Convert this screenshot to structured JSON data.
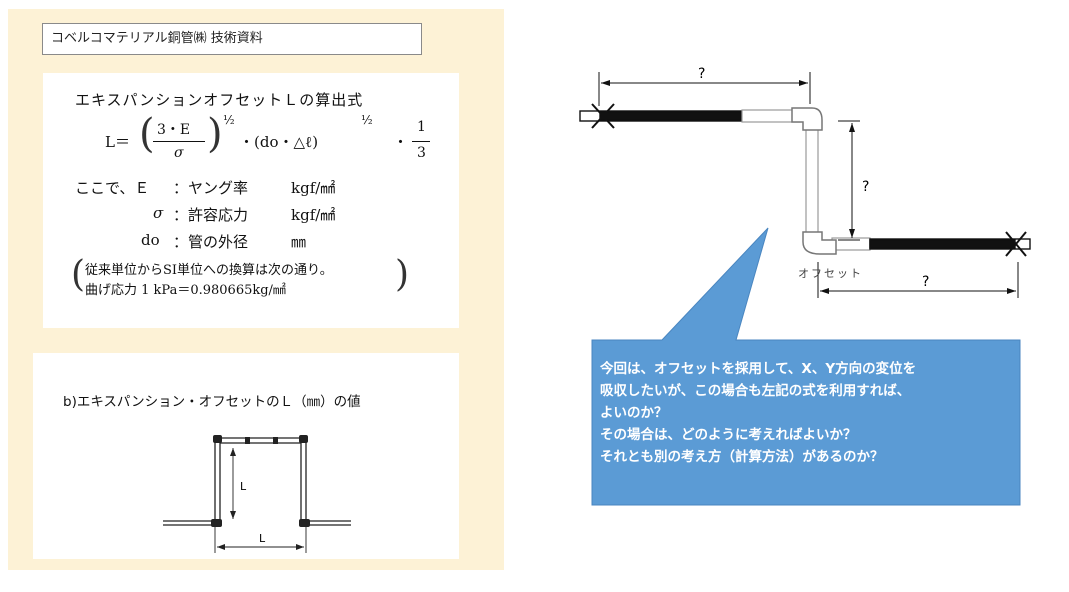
{
  "header": {
    "title": "コベルコマテリアル銅管㈱  技術資料"
  },
  "formula": {
    "heading": "エキスパンションオフセットＬの算出式",
    "lhs": "L＝",
    "num": "3・E",
    "den": "σ",
    "exp": "½",
    "mid": "・(do・△ℓ)",
    "exp2": "½",
    "dot": "・",
    "frac_num": "1",
    "frac_den": "3",
    "where": "ここで、Ｅ",
    "e_desc": "：ヤング率",
    "e_unit": "kgf/㎟",
    "sigma_sym": "σ",
    "sigma_desc": "：許容応力",
    "sigma_unit": "kgf/㎟",
    "do_sym": "do",
    "do_desc": "：管の外径",
    "do_unit": "㎜",
    "note_line1": "従来単位からSI単位への換算は次の通り。",
    "note_line2": "曲げ応力 1 kPa＝0.980665kg/㎟"
  },
  "diagram_b": {
    "heading": "b)エキスパンション・オフセットのＬ（㎜）の値",
    "label_vertical": "L",
    "label_horizontal": "L"
  },
  "offset_diagram": {
    "top_dim": "?",
    "vert_dim": "?",
    "bottom_dim": "?",
    "offset_label": "オフセット"
  },
  "callout": {
    "fill_color": "#5b9bd5",
    "line1": "今回は、オフセットを採用して、X、Y方向の変位を",
    "line2": "吸収したいが、この場合も左記の式を利用すれば、",
    "line3": "よいのか？",
    "line4": "その場合は、どのように考えればよいか？",
    "line5": "それとも別の考え方（計算方法）があるのか？"
  }
}
